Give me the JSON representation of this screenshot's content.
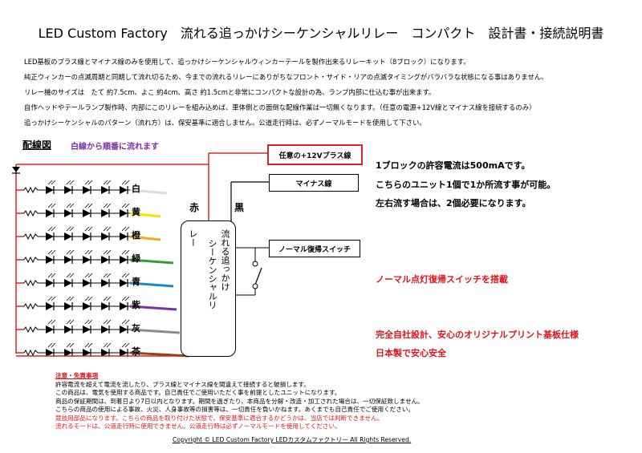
{
  "title": "LED Custom Factory　流れる追っかけシーケンシャルリレー　コンパクト　設計書・接続説明書",
  "intro": [
    "LED基板のプラス線とマイナス線のみを使用して、追っかけシーケンシャルウィンカーテールを製作出来るリレーキット（8ブロック）になります。",
    "純正ウィンカーの点滅周期と同期して流れ切るため、今までの流れるリレーにありがちなフロント・サイド・リアの点滅タイミングがバラバラな状態になる事はありません。",
    "リレー機のサイズは　たて 約7.5cm、よこ 約4cm、高さ 約1.5cmと非常にコンパクトな設計の為、ランプ内部に仕込む事が出来ます。",
    "自作ヘッドやテールランプ製作時、内部にこのリレーを組み込めば、車体側との面倒な配線作業は一切無くなります。（任意の電源+12V線とマイナス線を接続するのみ）",
    "追っかけシーケンシャルのパターン（流れ方）は、保安基準に適合しません。公道走行時は、必ずノーマルモードを使用して下さい。"
  ],
  "diagram": {
    "heading": "配線図",
    "flow_note": "白線から順番に流れます",
    "plus_box": "任意の+12Vプラス線",
    "minus_box": "マイナス線",
    "switch_box": "ノーマル復帰スイッチ",
    "relay_col1": "流れる追っかけ",
    "relay_col2": "シーケンシャルリ",
    "relay_col3": "レー",
    "wire_red_label": "赤",
    "wire_black_label": "黒",
    "channels": [
      {
        "label": "白",
        "color": "#d9dde3"
      },
      {
        "label": "黄",
        "color": "#f5e600"
      },
      {
        "label": "橙",
        "color": "#f5a623"
      },
      {
        "label": "緑",
        "color": "#2f9e3a"
      },
      {
        "label": "青",
        "color": "#1e88c8"
      },
      {
        "label": "紫",
        "color": "#7b2fa8"
      },
      {
        "label": "灰",
        "color": "#8c8c8c"
      },
      {
        "label": "茶",
        "color": "#8a4a12"
      }
    ],
    "leds_per_row": 5
  },
  "info": {
    "line1": "1ブロックの許容電流は500mAです。",
    "line2": "こちらのユニット1個で1か所流す事が可能。",
    "line3": "左右流す場合は、2個必要になります。",
    "switch_feature": "ノーマル点灯復帰スイッチを搭載",
    "pcb_feature": "完全自社設計、安心のオリジナルプリント基板仕様",
    "japan": "日本製で安心安全"
  },
  "notes": {
    "heading": "注意・免責事項",
    "lines": [
      "許容電流を超えて電流を流したり、プラス線とマイナス線を間違えて接続すると破損します。",
      "この商品は、電気を使用する商品です。自己責任でご使用いただく事を前提としたユニットになります。",
      "商品の保証期間は、到着日より7日以内となります。期間を過ぎたり、本商品を分解・改造・加工された場合は、一切保証致しません。",
      "こちらの商品の使用による事故、火災、人身事故等の損害等は、一切責任を負いかねます。あくまでも自己責任でご使用ください。"
    ],
    "red_lines": [
      "競技用部品になります。こちらの商品を取り付けた状態で、保安基準に適合するかどうかは、当店では判断できません。",
      "流れるモードは、公道走行時に使用できません。公道走行時は必ずノーマルモードを使用してください。"
    ]
  },
  "copyright": "Copyright © LED Custom Factory  LEDカスタムファクトリー  All Rights Reserved.",
  "colors": {
    "accent_red": "#e0161c",
    "purple": "#7b2fa8",
    "wire_red": "#d9252a"
  }
}
